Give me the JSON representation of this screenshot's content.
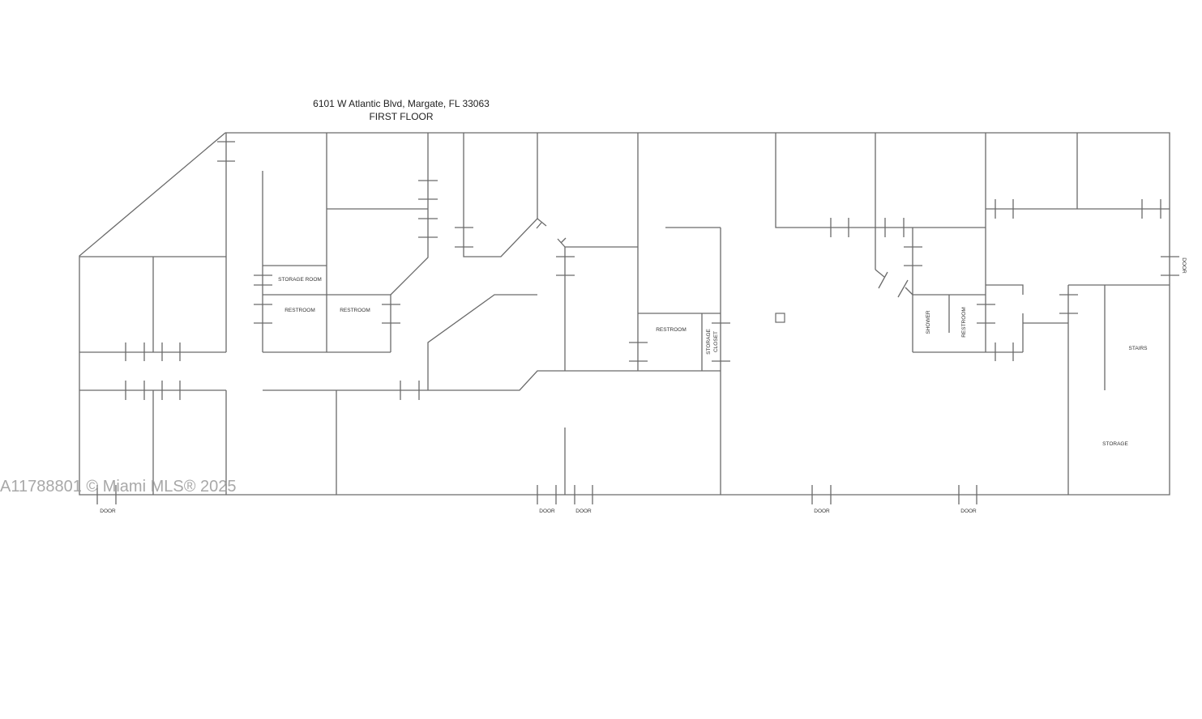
{
  "title": {
    "address": "6101 W Atlantic Blvd, Margate, FL 33063",
    "floor": "FIRST FLOOR"
  },
  "rooms": {
    "storage_room": "STORAGE ROOM",
    "restroom_1": "RESTROOM",
    "restroom_2": "RESTROOM",
    "restroom_3": "RESTROOM",
    "storage_closet_1": "STORAGE",
    "storage_closet_2": "CLOSET",
    "shower": "SHOWER",
    "restroom_4": "RESTROOM",
    "stairs": "STAIRS",
    "storage": "STORAGE"
  },
  "doors": [
    "DOOR",
    "DOOR",
    "DOOR",
    "DOOR",
    "DOOR",
    "DOOR"
  ],
  "watermark": "A11788801 © Miami MLS® 2025",
  "colors": {
    "wall": "#6a6a6a"
  }
}
